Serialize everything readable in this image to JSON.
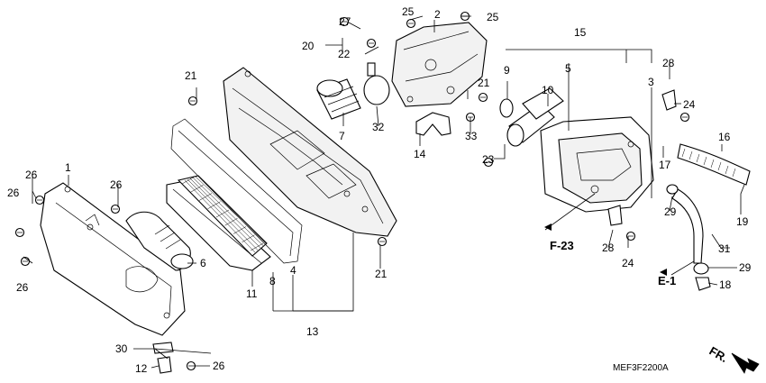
{
  "diagram": {
    "drawing_code": "MEF3F2200A",
    "direction_label": "FR.",
    "refs": {
      "f23": "F-23",
      "e1": "E-1"
    },
    "callouts": {
      "c1": "1",
      "c2": "2",
      "c3": "3",
      "c4": "4",
      "c5": "5",
      "c6": "6",
      "c7": "7",
      "c8": "8",
      "c9": "9",
      "c10": "10",
      "c11": "11",
      "c12": "12",
      "c13": "13",
      "c14": "14",
      "c15": "15",
      "c16": "16",
      "c17": "17",
      "c18": "18",
      "c19": "19",
      "c20": "20",
      "c21a": "21",
      "c21b": "21",
      "c21c": "21",
      "c22": "22",
      "c23": "23",
      "c24a": "24",
      "c24b": "24",
      "c25a": "25",
      "c25b": "25",
      "c26a": "26",
      "c26b": "26",
      "c26c": "26",
      "c26d": "26",
      "c26e": "26",
      "c27": "27",
      "c28a": "28",
      "c28b": "28",
      "c29a": "29",
      "c29b": "29",
      "c30": "30",
      "c31": "31",
      "c32": "32",
      "c33": "33"
    }
  }
}
